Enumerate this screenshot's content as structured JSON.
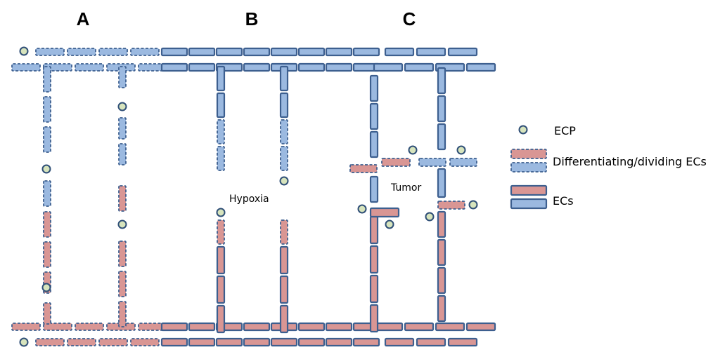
{
  "panels": {
    "a": "A",
    "b": "B",
    "c": "C"
  },
  "regions": {
    "hypoxia": "Hypoxia",
    "tumor": "Tumor"
  },
  "legend": {
    "ecp": "ECP",
    "differentiating": "Differentiating/dividing ECs",
    "ecs": "ECs"
  },
  "colors": {
    "blue_fill": "#9bb9e0",
    "pink_fill": "#d99694",
    "stroke": "#3d5f8f",
    "ecp_fill": "#d7e4bd",
    "ecp_stroke": "#2f4f77"
  }
}
